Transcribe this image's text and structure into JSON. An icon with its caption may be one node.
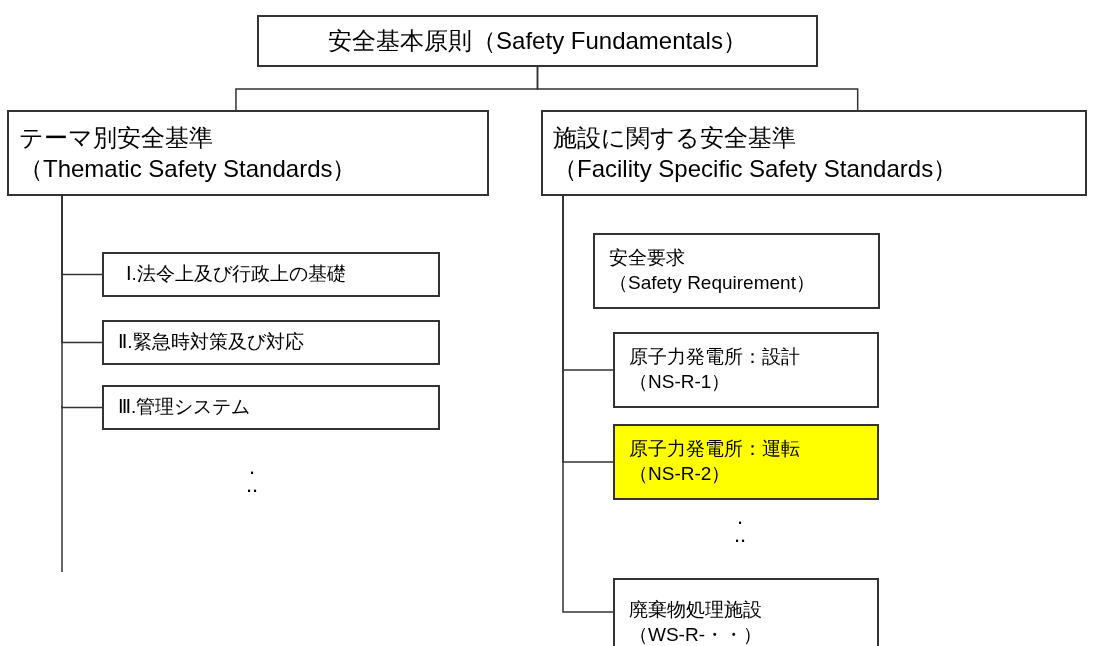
{
  "diagram": {
    "nodes": [
      {
        "text": [
          "安全基本原則（Safety Fundamentals）"
        ]
      },
      {
        "text": [
          "テーマ別安全基準",
          "（Thematic Safety Standards）"
        ]
      },
      {
        "text": [
          "施設に関する安全基準",
          "（Facility Specific Safety Standards）"
        ]
      },
      {
        "text": [
          "Ⅰ.法令上及び行政上の基礎"
        ]
      },
      {
        "text": [
          "Ⅱ.緊急時対策及び対応"
        ]
      },
      {
        "text": [
          "Ⅲ.管理システム"
        ]
      },
      {
        "text": [
          "安全要求",
          "（Safety Requirement）"
        ]
      },
      {
        "text": [
          "原子力発電所：設計",
          "（NS-R-1）"
        ]
      },
      {
        "text": [
          "原子力発電所：運転",
          "（NS-R-2）"
        ]
      },
      {
        "text": [
          "廃棄物処理施設",
          "（WS-R-・・）"
        ]
      }
    ],
    "edges": [
      {
        "from": 0,
        "to": 1,
        "arrow": "none"
      },
      {
        "from": 0,
        "to": 2,
        "arrow": "none"
      },
      {
        "from": 1,
        "to": 3,
        "arrow": "none"
      },
      {
        "from": 1,
        "to": 4,
        "arrow": "none"
      },
      {
        "from": 1,
        "to": 5,
        "arrow": "none"
      },
      {
        "from": 2,
        "to": 7,
        "arrow": "none"
      },
      {
        "from": 2,
        "to": 8,
        "arrow": "none"
      },
      {
        "from": 2,
        "to": 9,
        "arrow": "none"
      }
    ],
    "labels": [
      ". ..",
      ". .."
    ]
  }
}
